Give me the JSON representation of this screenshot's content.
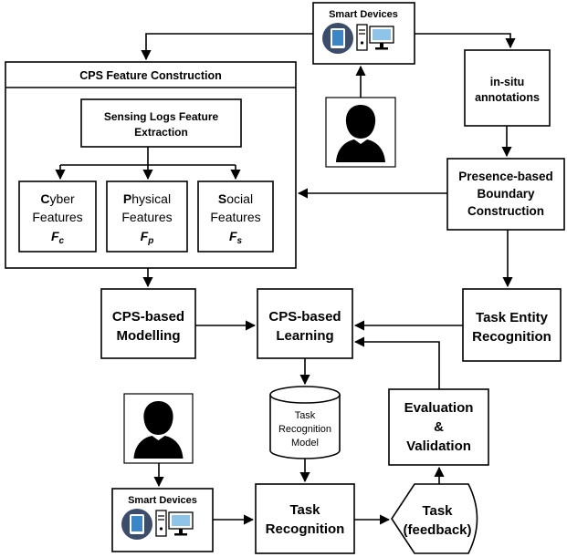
{
  "smart_devices_top": {
    "label": "Smart Devices"
  },
  "smart_devices_bottom": {
    "label": "Smart Devices"
  },
  "cps_feature_construction": {
    "title": "CPS Feature Construction"
  },
  "sensing_logs": {
    "line1": "Sensing Logs Feature",
    "line2": "Extraction"
  },
  "features": {
    "cyber": {
      "initial": "C",
      "rest": "yber",
      "line2": "Features",
      "symbol": "F",
      "sub": "c"
    },
    "physical": {
      "initial": "P",
      "rest": "hysical",
      "line2": "Features",
      "symbol": "F",
      "sub": "p"
    },
    "social": {
      "initial": "S",
      "rest": "ocial",
      "line2": "Features",
      "symbol": "F",
      "sub": "s"
    }
  },
  "in_situ": {
    "line1": "in-situ",
    "line2": "annotations"
  },
  "presence_boundary": {
    "line1": "Presence-based",
    "line2": "Boundary",
    "line3": "Construction"
  },
  "cps_modelling": {
    "line1": "CPS-based",
    "line2": "Modelling"
  },
  "cps_learning": {
    "line1": "CPS-based",
    "line2": "Learning"
  },
  "task_entity": {
    "line1": "Task Entity",
    "line2": "Recognition"
  },
  "task_model": {
    "line1": "Task",
    "line2": "Recognition",
    "line3": "Model"
  },
  "evaluation": {
    "line1": "Evaluation",
    "line2": "&",
    "line3": "Validation"
  },
  "task_recognition": {
    "line1": "Task",
    "line2": "Recognition"
  },
  "task_feedback": {
    "line1": "Task",
    "line2": "(feedback)"
  },
  "icons": [
    "person-icon",
    "tablet-icon",
    "desktop-computer-icon"
  ],
  "colors": {
    "device_circle": "#3c4d6b",
    "tablet_screen": "#3b86c6",
    "monitor_screen": "#8ec4e8"
  }
}
